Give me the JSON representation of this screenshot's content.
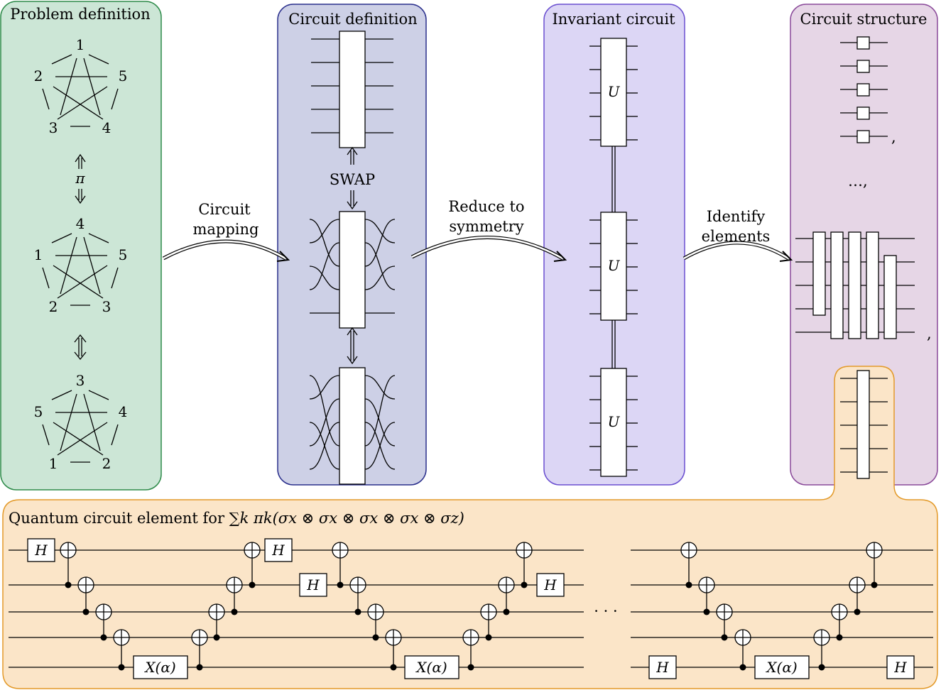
{
  "panels": {
    "problem": {
      "title": "Problem definition",
      "fill": "#cce6d6",
      "stroke": "#2e8b4a"
    },
    "circuit": {
      "title": "Circuit definition",
      "fill": "#cdd0e6",
      "stroke": "#2a2f8c"
    },
    "invariant": {
      "title": "Invariant circuit",
      "fill": "#dcd6f5",
      "stroke": "#6a4fd0"
    },
    "structure": {
      "title": "Circuit structure",
      "fill": "#e6d6e6",
      "stroke": "#8a4a9a"
    },
    "element": {
      "title_prefix": "Quantum circuit element for ",
      "title_formula": "∑k πk(σx ⊗ σx ⊗ σx ⊗ σx ⊗ σz)",
      "fill": "#fbe5c8",
      "stroke": "#e39a2a"
    }
  },
  "graphs": [
    {
      "labels": [
        "1",
        "2",
        "5",
        "3",
        "4"
      ]
    },
    {
      "labels": [
        "4",
        "1",
        "5",
        "2",
        "3"
      ]
    },
    {
      "labels": [
        "3",
        "5",
        "4",
        "1",
        "2"
      ]
    }
  ],
  "arrows": {
    "pi_label": "π",
    "swap_label": "SWAP",
    "circuit_mapping": [
      "Circuit",
      "mapping"
    ],
    "reduce_symmetry": [
      "Reduce to",
      "symmetry"
    ],
    "identify_elements": [
      "Identify",
      "elements"
    ]
  },
  "invariant_gate": "U",
  "structure_marks": {
    "comma": ",",
    "ellipsis": "…,",
    "comma2": ","
  },
  "gates": {
    "hadamard": "H",
    "rotation": "X(α)"
  },
  "circuit_ellipsis": "· · ·"
}
